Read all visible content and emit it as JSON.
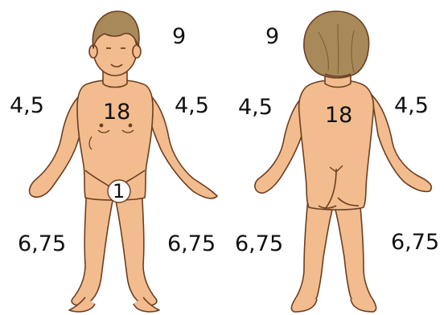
{
  "front": {
    "head": "9",
    "trunk": "18",
    "arm_right": "4,5",
    "arm_left": "4,5",
    "perineum": "1",
    "leg_right": "6,75",
    "leg_left": "6,75"
  },
  "back": {
    "head": "9",
    "trunk": "18",
    "arm_left": "4,5",
    "arm_right": "4,5",
    "leg_left": "6,75",
    "leg_right": "6,75"
  },
  "colors": {
    "skin": "#f2bc8e",
    "skin_shadow": "#d99c6c",
    "outline": "#6b3f22",
    "hair": "#a88a5a",
    "hair_dark": "#7d6238"
  }
}
